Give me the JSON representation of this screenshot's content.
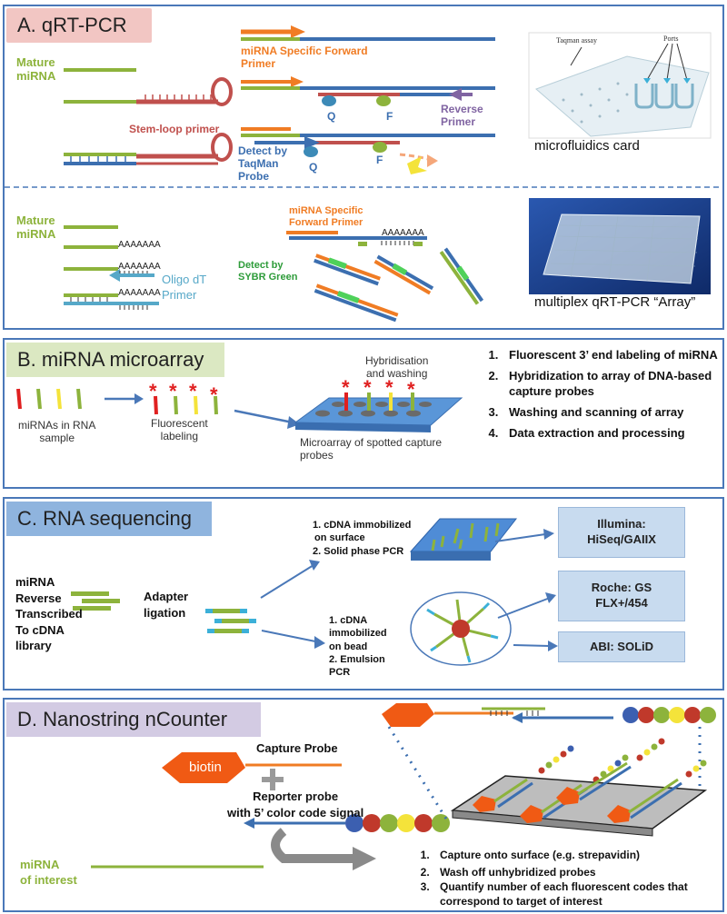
{
  "panel_a": {
    "title": "A. qRT-PCR",
    "mature_mirna_1": "Mature",
    "mature_mirna_2": "miRNA",
    "stem_loop": "Stem-loop primer",
    "fwd_primer_1": "miRNA Specific Forward",
    "fwd_primer_2": "Primer",
    "q": "Q",
    "f": "F",
    "reverse_1": "Reverse",
    "reverse_2": "Primer",
    "detect_1": "Detect by",
    "detect_2": "TaqMan",
    "detect_3": "Probe",
    "taqman_assay": "Taqman assay",
    "ports": "Ports",
    "microfluidics": "microfluidics card",
    "mature2_1": "Mature",
    "mature2_2": "miRNA",
    "polya": "AAAAAAA",
    "oligo_1": "Oligo dT",
    "oligo_2": "Primer",
    "fwd2_1": "miRNA Specific",
    "fwd2_2": "Forward Primer",
    "sybr_1": "Detect by",
    "sybr_2": "SYBR Green",
    "array_label": "multiplex qRT-PCR “Array”"
  },
  "panel_b": {
    "title": "B. miRNA microarray",
    "mirnas_1": "miRNAs in RNA",
    "mirnas_2": "sample",
    "fluor_1": "Fluorescent",
    "fluor_2": "labeling",
    "hyb_1": "Hybridisation",
    "hyb_2": "and washing",
    "micro_1": "Microarray of spotted capture",
    "micro_2": "probes",
    "star": "*",
    "steps": [
      "Fluorescent 3’ end labeling of miRNA",
      "Hybridization to array of DNA-based capture probes",
      "Washing and scanning of array",
      "Data extraction and processing"
    ]
  },
  "panel_c": {
    "title": "C. RNA sequencing",
    "left_1": "miRNA",
    "left_2": "Reverse",
    "left_3": "Transcribed",
    "left_4": "To cDNA",
    "left_5": "library",
    "adapter_1": "Adapter",
    "adapter_2": "ligation",
    "surf_1": "1. cDNA immobilized",
    "surf_2": "on surface",
    "surf_3": "2. Solid phase PCR",
    "bead_1": "1. cDNA",
    "bead_2": "immobilized",
    "bead_3": "on bead",
    "bead_4": "2. Emulsion",
    "bead_5": "PCR",
    "illumina_1": "Illumina:",
    "illumina_2": "HiSeq/GAIIX",
    "roche_1": "Roche: GS",
    "roche_2": "FLX+/454",
    "abi": "ABI: SOLiD"
  },
  "panel_d": {
    "title": "D. Nanostring nCounter",
    "biotin": "biotin",
    "capture_probe": "Capture Probe",
    "plus": "+",
    "reporter_1": "Reporter probe",
    "reporter_2": "with 5’ color code signal",
    "mirna_1": "miRNA",
    "mirna_2": "of interest",
    "steps": [
      "Capture onto surface (e.g. strepavidin)",
      "Wash off unhybridized probes",
      "Quantify number of each fluorescent codes that correspond to target of interest"
    ]
  },
  "colors": {
    "border": "#4a78b8",
    "green": "#8db33c",
    "red": "#c0504d",
    "blue": "#3c6fb0",
    "orange": "#f07c24",
    "purple": "#8064a2",
    "yellow": "#f4e33a"
  }
}
